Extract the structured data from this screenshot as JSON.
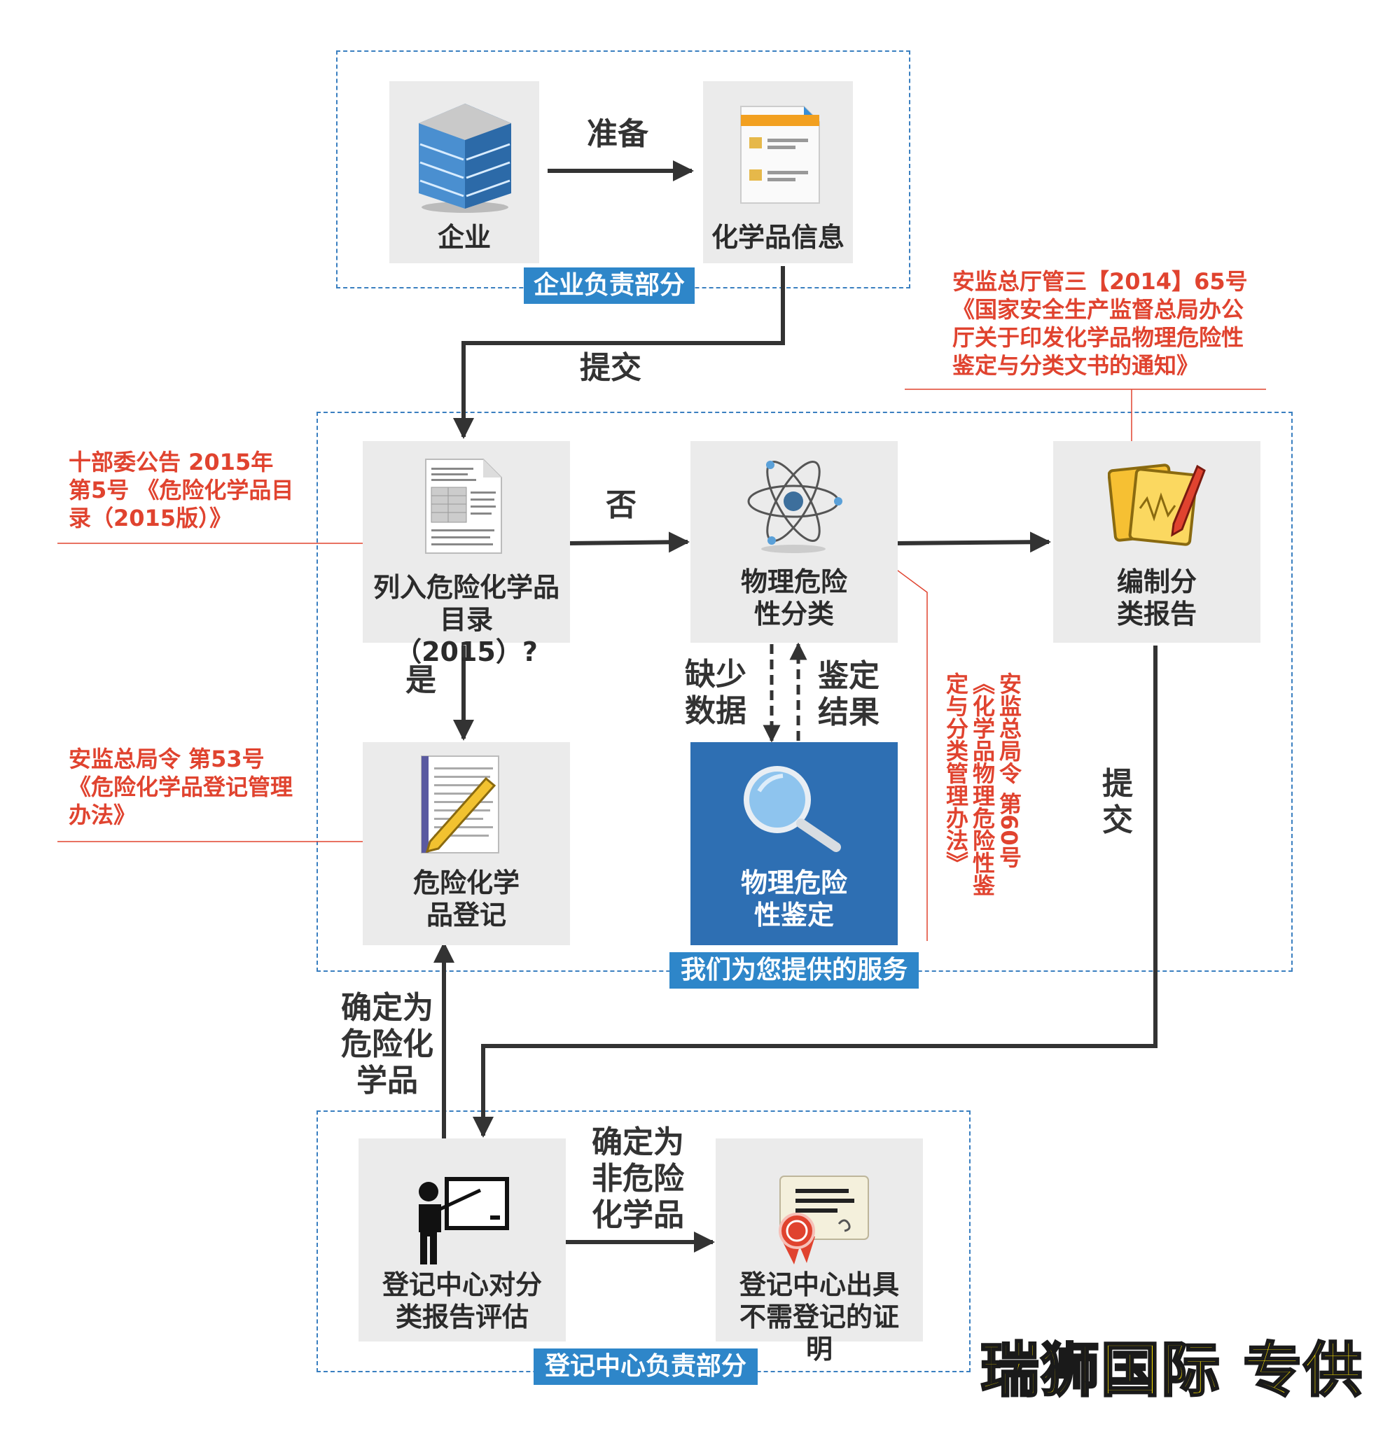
{
  "sections": {
    "enterprise": "企业负责部分",
    "service": "我们为您提供的服务",
    "registry": "登记中心负责部分"
  },
  "nodes": {
    "enterprise": "企业",
    "chem_info": "化学品信息",
    "in_catalog": "列入危险化学品目录（2015）?",
    "phys_class": "物理危险性分类",
    "compile_report": "编制分类报告",
    "hazchem_reg": "危险化学品登记",
    "phys_identify": "物理危险性鉴定",
    "center_eval": "登记中心对分类报告评估",
    "center_cert": "登记中心出具不需登记的证明"
  },
  "edges": {
    "prepare": "准备",
    "submit1": "提交",
    "no": "否",
    "yes": "是",
    "missing_data": "缺少数据",
    "id_result": "鉴定结果",
    "submit2": "提交",
    "is_hazchem": "确定为危险化学品",
    "not_hazchem": "确定为非危险化学品"
  },
  "refs": {
    "catalog": "十部委公告 2015年 第5号 《危险化学品目录（2015版）》",
    "reg_method": "安监总局令 第53号 《危险化学品登记管理办法》",
    "notice": "安监总厅管三【2014】65号 《国家安全生产监督总局办公厅关于印发化学品物理危险性鉴定与分类文书的通知》",
    "decree60": "安监总局令 第60号 《化学品物理危险性鉴定与分类管理办法》"
  },
  "watermark": "瑞狮国际 专供",
  "icons": [
    "building-icon",
    "document-icon",
    "catalog-document-icon",
    "atom-icon",
    "report-pencil-icon",
    "registration-pencil-icon",
    "magnifier-icon",
    "teacher-board-icon",
    "certificate-icon"
  ],
  "colors": {
    "accent_blue": "#2e86c9",
    "dark_blue": "#2e6fb3",
    "ref_red": "#e0432f",
    "arrow": "#333333",
    "node_bg": "#ebebeb"
  }
}
